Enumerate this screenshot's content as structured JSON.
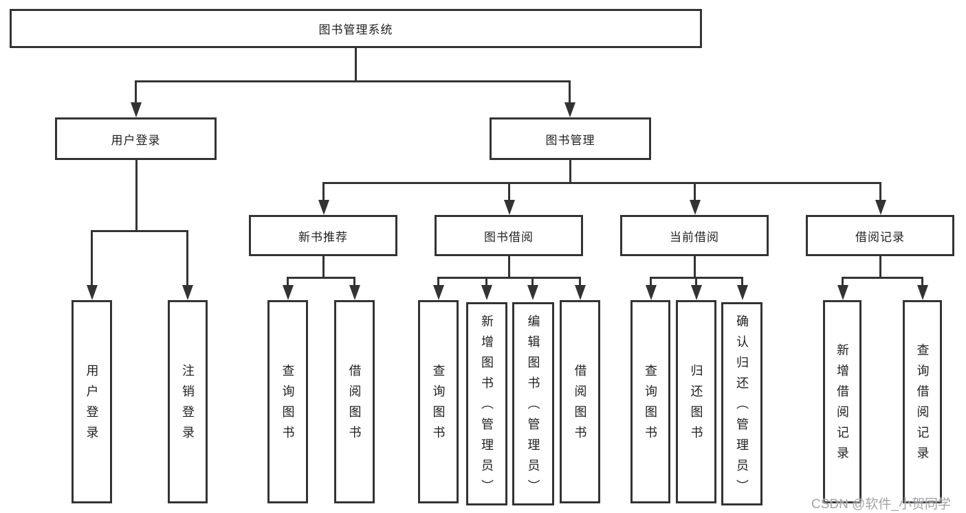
{
  "diagram": {
    "root": {
      "label": "图书管理系统"
    },
    "level1": [
      {
        "label": "用户登录"
      },
      {
        "label": "图书管理"
      }
    ],
    "level2": [
      {
        "label": "新书推荐"
      },
      {
        "label": "图书借阅"
      },
      {
        "label": "当前借阅"
      },
      {
        "label": "借阅记录"
      }
    ],
    "leaves": {
      "user_login": [
        {
          "label": "用户登录"
        },
        {
          "label": "注销登录"
        }
      ],
      "new_book_recommend": [
        {
          "label": "查询图书"
        },
        {
          "label": "借阅图书"
        }
      ],
      "book_borrow": [
        {
          "label": "查询图书"
        },
        {
          "label": "新增图书（管理员）"
        },
        {
          "label": "编辑图书（管理员）"
        },
        {
          "label": "借阅图书"
        }
      ],
      "current_borrow": [
        {
          "label": "查询图书"
        },
        {
          "label": "归还图书"
        },
        {
          "label": "确认归还（管理员）"
        }
      ],
      "borrow_record": [
        {
          "label": "新增借阅记录"
        },
        {
          "label": "查询借阅记录"
        }
      ]
    },
    "watermark": "CSDN @软件_小贺同学",
    "colors": {
      "line": "#333333",
      "background": "#ffffff",
      "text": "#222222",
      "watermark": "#9b9ba0"
    }
  }
}
